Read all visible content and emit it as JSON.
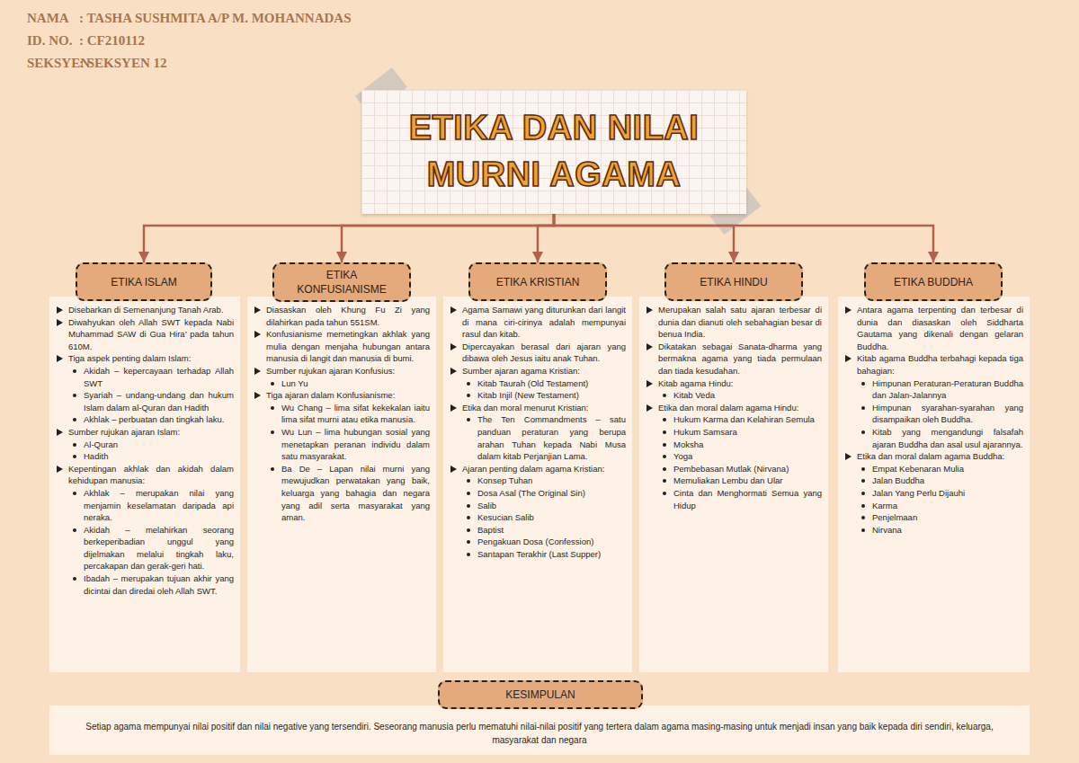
{
  "diagram": {
    "nodes": [
      {
        "text": [
          "ETIKA DAN NILAI MURNI AGAMA"
        ]
      },
      {
        "text": [
          "ETIKA ISLAM"
        ]
      },
      {
        "text": [
          "Disebarkan di Semenanjung Tanah Arab.",
          "Diwahyukan oleh Allah SWT kepada Nabi Muhammad SAW di Gua Hira’ pada tahun 610M.",
          "Tiga aspek penting dalam Islam:",
          "Akidah – kepercayaan terhadap Allah SWT",
          "Syariah – undang-undang dan hukum Islam dalam al-Quran dan Hadith",
          "Akhlak – perbuatan dan tingkah laku.",
          "Sumber rujukan ajaran Islam:",
          "Al-Quran",
          "Hadith",
          "Kepentingan akhlak dan akidah dalam kehidupan manusia:",
          "Akhlak – merupakan nilai yang menjamin keselamatan daripada api neraka.",
          "Akidah – melahirkan seorang berkeperibadian unggul yang dijelmakan melalui tingkah laku, percakapan dan gerak-geri hati.",
          "Ibadah – merupakan tujuan akhir yang dicintai dan diredai oleh Allah SWT."
        ]
      },
      {
        "text": [
          "ETIKA KONFUSIANISME"
        ]
      },
      {
        "text": [
          "Diasaskan oleh Khung Fu Zi yang dilahirkan pada tahun 551SM.",
          "Konfusianisme memetingkan akhlak yang mulia dengan menjaha hubungan antara manusia di langit dan manusia di bumi.",
          "Sumber rujukan ajaran Konfusius:",
          "Lun Yu",
          "Tiga ajaran dalam Konfusianisme:",
          "Wu Chang – lima sifat kekekalan iaitu lima sifat murni atau etika manusia.",
          "Wu Lun – lima hubungan sosial yang menetapkan peranan individu dalam satu masyarakat.",
          "Ba De – Lapan nilai murni yang mewujudkan perwatakan yang baik, keluarga yang bahagia dan negara yang adil serta masyarakat yang aman."
        ]
      },
      {
        "text": [
          "ETIKA KRISTIAN"
        ]
      },
      {
        "text": [
          "Agama Samawi yang diturunkan dari langit di mana ciri-cirinya adalah mempunyai rasul dan kitab.",
          "Dipercayakan berasal dari ajaran yang dibawa oleh Jesus iaitu anak Tuhan.",
          "Sumber ajaran agama Kristian:",
          "Kitab Taurah (Old Testament)",
          "Kitab Injil (New Testament)",
          "Etika dan moral menurut Kristian:",
          "The Ten Commandments – satu panduan peraturan yang berupa arahan Tuhan kepada Nabi Musa dalam kitab Perjanjian Lama.",
          "Ajaran penting dalam agama Kristian:",
          "Konsep Tuhan",
          "Dosa Asal (The Original Sin)",
          "Salib",
          "Kesucian Salib",
          "Baptist",
          "Pengakuan Dosa (Confession)",
          "Santapan Terakhir (Last Supper)"
        ]
      },
      {
        "text": [
          "ETIKA HINDU"
        ]
      },
      {
        "text": [
          "Merupakan salah satu ajaran terbesar di dunia dan dianuti oleh sebahagian besar di benua India.",
          "Dikatakan sebagai Sanata-dharma yang bermakna agama yang tiada permulaan dan tiada kesudahan.",
          "Kitab agama Hindu:",
          "Kitab Veda",
          "Etika dan moral dalam agama Hindu:",
          "Hukum Karma dan Kelahiran Semula",
          "Hukum Samsara",
          "Moksha",
          "Yoga",
          "Pembebasan Mutlak (Nirvana)",
          "Memuliakan Lembu dan Ular",
          "Cinta dan Menghormati Semua yang Hidup"
        ]
      },
      {
        "text": [
          "ETIKA BUDDHA"
        ]
      },
      {
        "text": [
          "Antara agama terpenting dan terbesar di dunia dan diasaskan oleh Siddharta Gautama yang dikenali dengan gelaran Buddha.",
          "Kitab agama Buddha terbahagi kepada tiga bahagian:",
          "Himpunan Peraturan-Peraturan Buddha dan Jalan-Jalannya",
          "Himpunan syarahan-syarahan yang disampaikan oleh Buddha.",
          "Kitab yang mengandungi falsafah ajaran Buddha dan asal usul ajarannya.",
          "Etika dan moral dalam agama Buddha:",
          "Empat Kebenaran Mulia",
          "Jalan Buddha",
          "Jalan Yang Perlu Dijauhi",
          "Karma",
          "Penjelmaan",
          "Nirvana"
        ]
      },
      {
        "text": [
          "KESIMPULAN"
        ]
      },
      {
        "text": [
          "Setiap agama mempunyai nilai positif dan nilai negative yang tersendiri. Seseorang manusia perlu mematuhi nilai-nilai positif yang tertera dalam agama masing-masing untuk menjadi insan yang baik kepada diri sendiri, keluarga, masyarakat dan negara"
        ]
      }
    ],
    "edges": [
      {
        "from": 0,
        "to": 1,
        "arrow": "to"
      },
      {
        "from": 0,
        "to": 3,
        "arrow": "to"
      },
      {
        "from": 0,
        "to": 5,
        "arrow": "to"
      },
      {
        "from": 0,
        "to": 7,
        "arrow": "to"
      },
      {
        "from": 0,
        "to": 9,
        "arrow": "to"
      }
    ],
    "labels": [
      "NAMA",
      ": TASHA SUSHMITA A/P M. MOHANNADAS",
      "ID. NO.",
      ": CF210112",
      "SEKSYEN",
      ": SEKSYEN 12"
    ]
  }
}
